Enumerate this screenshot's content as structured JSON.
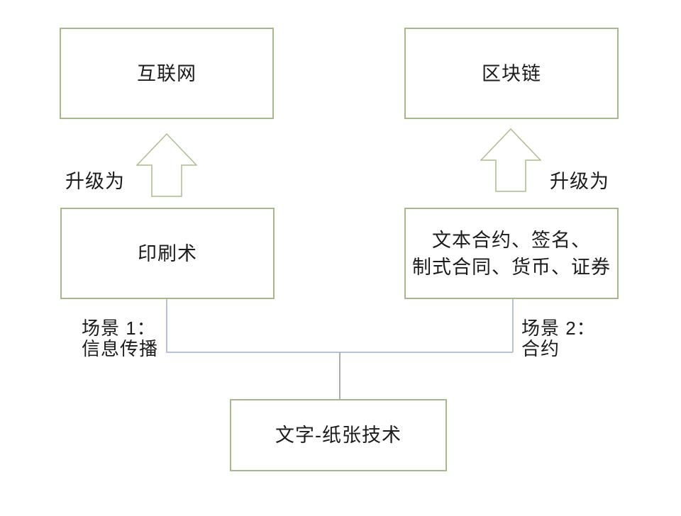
{
  "diagram": {
    "boxes": {
      "internet": {
        "label": "互联网"
      },
      "blockchain": {
        "label": "区块链"
      },
      "printing": {
        "label": "印刷术"
      },
      "contracts": {
        "label_line1": "文本合约、签名、",
        "label_line2": "制式合同、货币、证券"
      },
      "paper": {
        "label": "文字-纸张技术"
      }
    },
    "arrows": {
      "left_label": "升级为",
      "right_label": "升级为"
    },
    "scenarios": {
      "scenario1_line1": "场景 1：",
      "scenario1_line2": "信息传播",
      "scenario2_line1": "场景 2：",
      "scenario2_line2": "合约"
    },
    "colors": {
      "background": "#ffffff",
      "box_border": "#a6b88b",
      "arrow_border": "#a9bc8e",
      "connector": "#b6c3d5",
      "connector_center": "#a9b0ac",
      "text": "#1c1c1c"
    }
  }
}
